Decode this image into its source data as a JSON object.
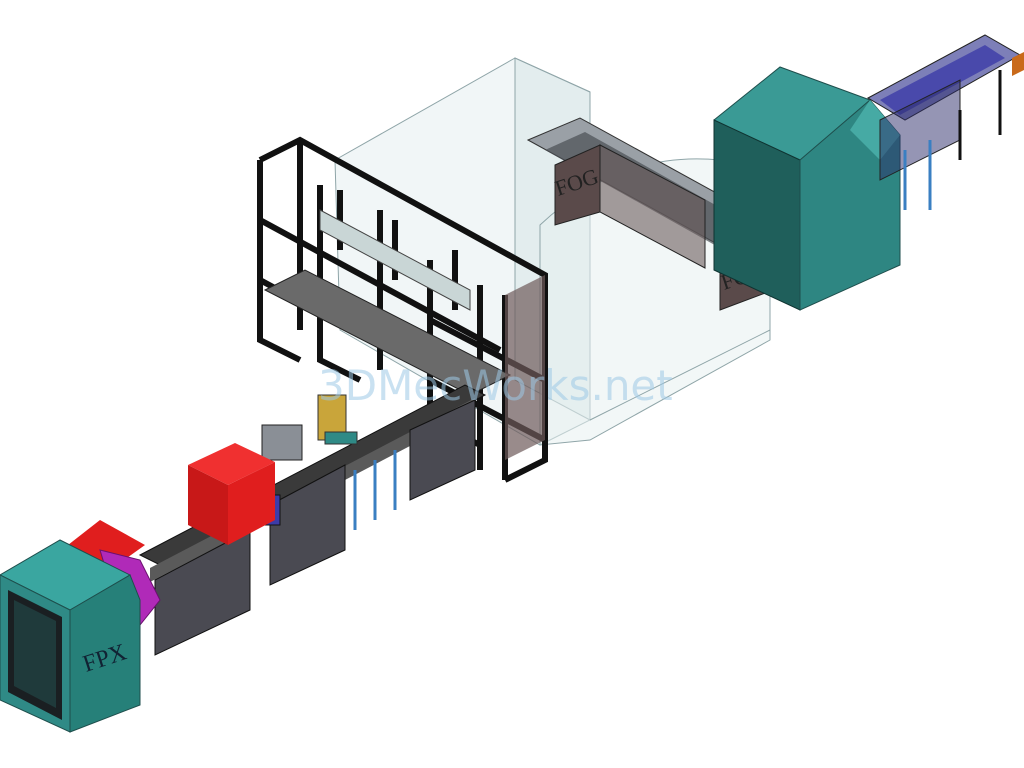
{
  "labels": {
    "fog_upper": "FOG",
    "fog_lower": "FOG",
    "fpx": "FPX",
    "watermark": "3DMecWorks.net"
  },
  "colors": {
    "teal": "#2f8a86",
    "teal_dark": "#1e5f5c",
    "red": "#e01e1e",
    "magenta": "#b02ab8",
    "frame": "#111111",
    "glass": "#dde9ea",
    "conveyor": "#3a3a3a",
    "cabinet": "#4a4a52",
    "blue_tray": "#3c3ca8",
    "leg_blue": "#3a7fc2"
  }
}
